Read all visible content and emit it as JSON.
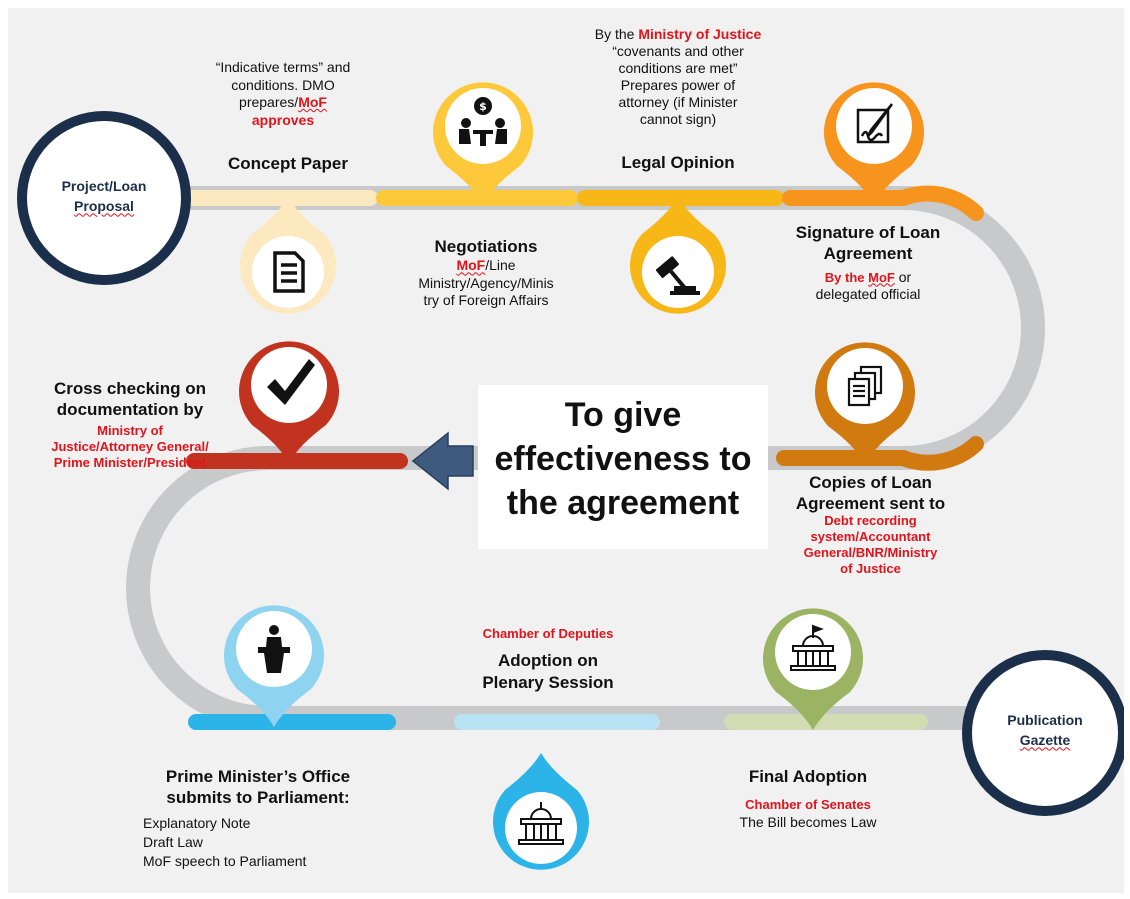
{
  "start": {
    "label_line1": "Project/Loan",
    "label_line2": "Proposal"
  },
  "end": {
    "label_line1": "Publication",
    "label_line2": "Gazette"
  },
  "center": {
    "line1": "To give",
    "line2": "effectiveness to",
    "line3": "the agreement"
  },
  "concept": {
    "note_line1": "“Indicative terms” and",
    "note_line2": "conditions. DMO",
    "note_line3_pre": "prepares/",
    "note_line3_red": "MoF",
    "note_line4": "approves",
    "title": "Concept Paper"
  },
  "negotiations": {
    "title": "Negotiations",
    "red": "MoF",
    "line1_rest": "/Line",
    "line2": "Ministry/Agency/Minis",
    "line3": "try of Foreign Affairs"
  },
  "legal": {
    "line1_pre": "By the ",
    "line1_red": "Ministry of Justice",
    "line2": "“covenants and other",
    "line3": "conditions are met”",
    "line4": "Prepares power of",
    "line5": "attorney (if Minister",
    "line6": "cannot sign)",
    "title": "Legal Opinion"
  },
  "signature": {
    "title_line1": "Signature of Loan",
    "title_line2": "Agreement",
    "red_pre": "By the ",
    "red_mof": "MoF",
    "rest": " or",
    "line2": "delegated official"
  },
  "copies": {
    "title_line1": "Copies of Loan",
    "title_line2": "Agreement sent to",
    "red1": "Debt recording",
    "red2": "system/Accountant",
    "red3": "General/BNR/Ministry",
    "red4": "of Justice"
  },
  "crosscheck": {
    "title_line1": "Cross checking on",
    "title_line2": "documentation by",
    "red1": "Ministry of",
    "red2": "Justice/Attorney General/",
    "red3": "Prime Minister/President"
  },
  "pmo": {
    "title_line1": "Prime Minister’s Office",
    "title_line2": "submits to Parliament:",
    "item1": "Explanatory Note",
    "item2": "Draft Law",
    "item3": "MoF speech to Parliament"
  },
  "plenary": {
    "red": "Chamber of Deputies",
    "title_line1": "Adoption on",
    "title_line2": "Plenary Session"
  },
  "final": {
    "title": "Final Adoption",
    "red": "Chamber of Senates",
    "line": "The Bill becomes Law"
  },
  "icons": [
    "document-icon",
    "meeting-dollar-icon",
    "gavel-icon",
    "pen-signature-icon",
    "documents-stack-icon",
    "checkmark-icon",
    "podium-speaker-icon",
    "parliament-building-icon",
    "government-building-icon",
    "left-arrow-icon"
  ],
  "colors": {
    "navy": "#1c2f4a",
    "road": "#c8c9cb",
    "cream": "#fde9bf",
    "yellow": "#fdc93a",
    "gold": "#f7b717",
    "orange": "#f7941d",
    "brown": "#d07a0f",
    "red": "#c2331f",
    "lightblue": "#8ed4f1",
    "blue": "#2cb3e8",
    "green": "#9bb463",
    "palegreen": "#d3dbb2",
    "text_red": "#e0141b"
  }
}
